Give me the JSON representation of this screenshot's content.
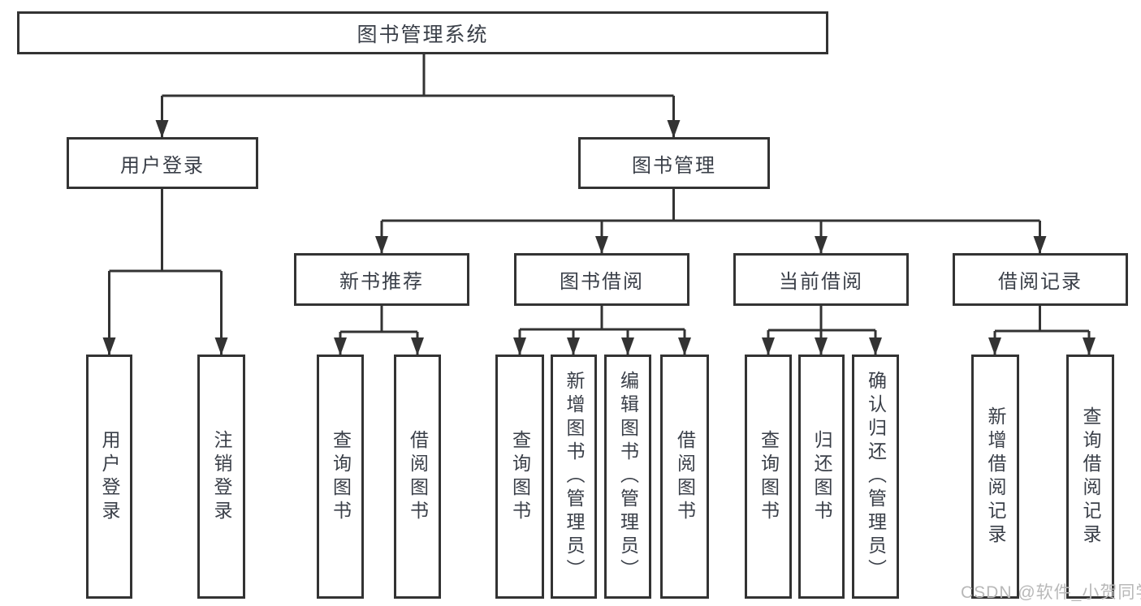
{
  "tree": {
    "root": "图书管理系统",
    "branches": [
      {
        "label": "用户登录",
        "children": [
          "用户登录",
          "注销登录"
        ]
      },
      {
        "label": "图书管理",
        "groups": [
          {
            "label": "新书推荐",
            "children": [
              "查询图书",
              "借阅图书"
            ]
          },
          {
            "label": "图书借阅",
            "children": [
              "查询图书",
              "新增图书（管理员）",
              "编辑图书（管理员）",
              "借阅图书"
            ]
          },
          {
            "label": "当前借阅",
            "children": [
              "查询图书",
              "归还图书",
              "确认归还（管理员）"
            ]
          },
          {
            "label": "借阅记录",
            "children": [
              "新增借阅记录",
              "查询借阅记录"
            ]
          }
        ]
      }
    ]
  },
  "watermark": "CSDN @软件_小贺同学",
  "colors": {
    "line": "#333333",
    "node_border": "#333333",
    "node_background": "#ffffff",
    "text": "#3a3f48",
    "watermark_text": "#b8b8b8",
    "page_background": "#ffffff"
  }
}
